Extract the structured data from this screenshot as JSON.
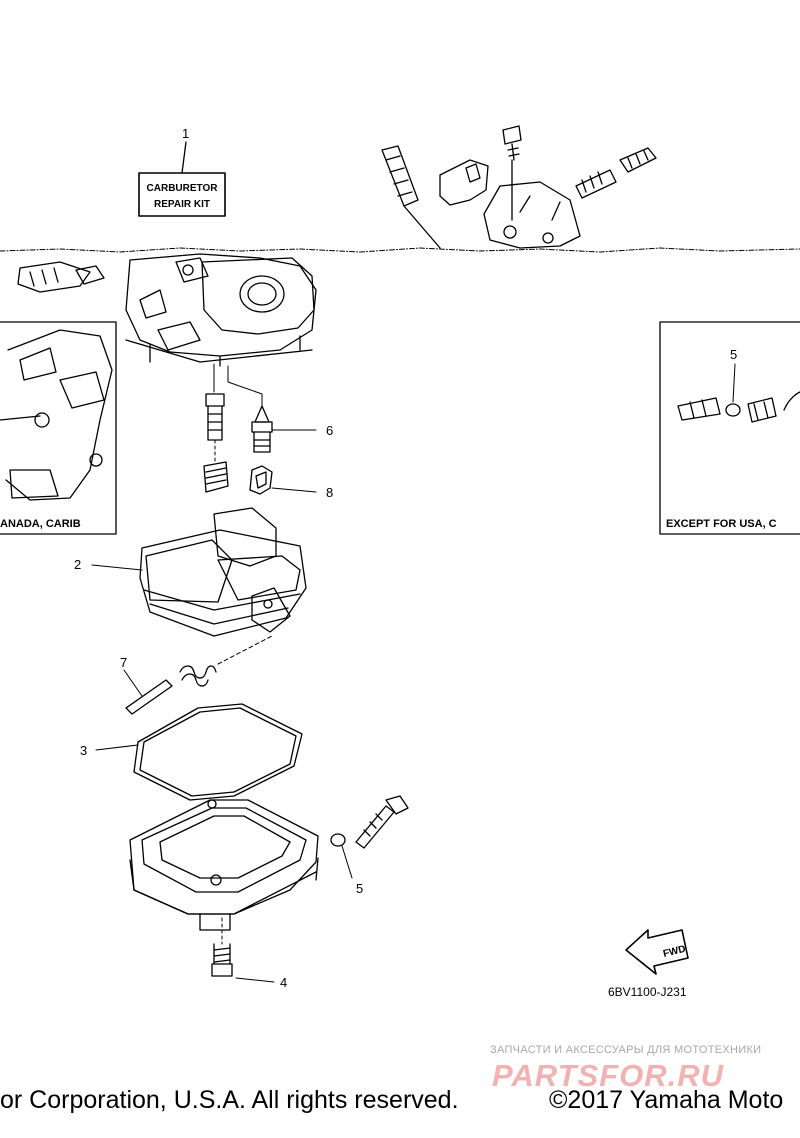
{
  "diagram": {
    "callouts": [
      {
        "id": "1",
        "label": "1"
      },
      {
        "id": "2",
        "label": "2"
      },
      {
        "id": "3",
        "label": "3"
      },
      {
        "id": "4",
        "label": "4"
      },
      {
        "id": "5",
        "label": "5"
      },
      {
        "id": "6",
        "label": "6"
      },
      {
        "id": "7",
        "label": "7"
      },
      {
        "id": "8",
        "label": "8"
      },
      {
        "id": "5b",
        "label": "5"
      }
    ],
    "kit_box": {
      "line1": "CARBURETOR",
      "line2": "REPAIR  KIT"
    },
    "left_panel_caption": "ANADA, CARIB",
    "right_panel_caption": "EXCEPT FOR USA, C",
    "fwd_label": "FWD",
    "reference_code": "6BV1100-J231"
  },
  "watermark": {
    "line1": "ЗАПЧАСТИ И АКСЕССУАРЫ ДЛЯ МОТОТЕХНИКИ",
    "line2": "PARTSFOR.RU"
  },
  "footer": {
    "left_text": "or Corporation, U.S.A. All rights reserved.",
    "right_text": "©2017 Yamaha Moto"
  },
  "colors": {
    "ink": "#000000",
    "watermark_red": "#f2b2b2",
    "watermark_gray": "#a8a8a8"
  }
}
